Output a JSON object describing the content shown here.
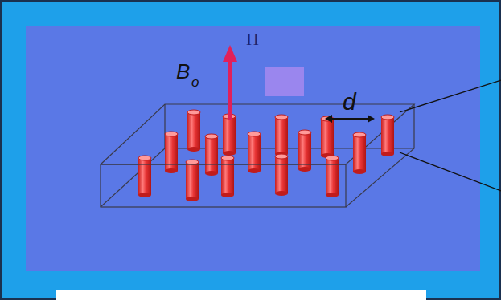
{
  "diagram": {
    "labels": [
      "H",
      "B",
      "o",
      "d"
    ]
  }
}
